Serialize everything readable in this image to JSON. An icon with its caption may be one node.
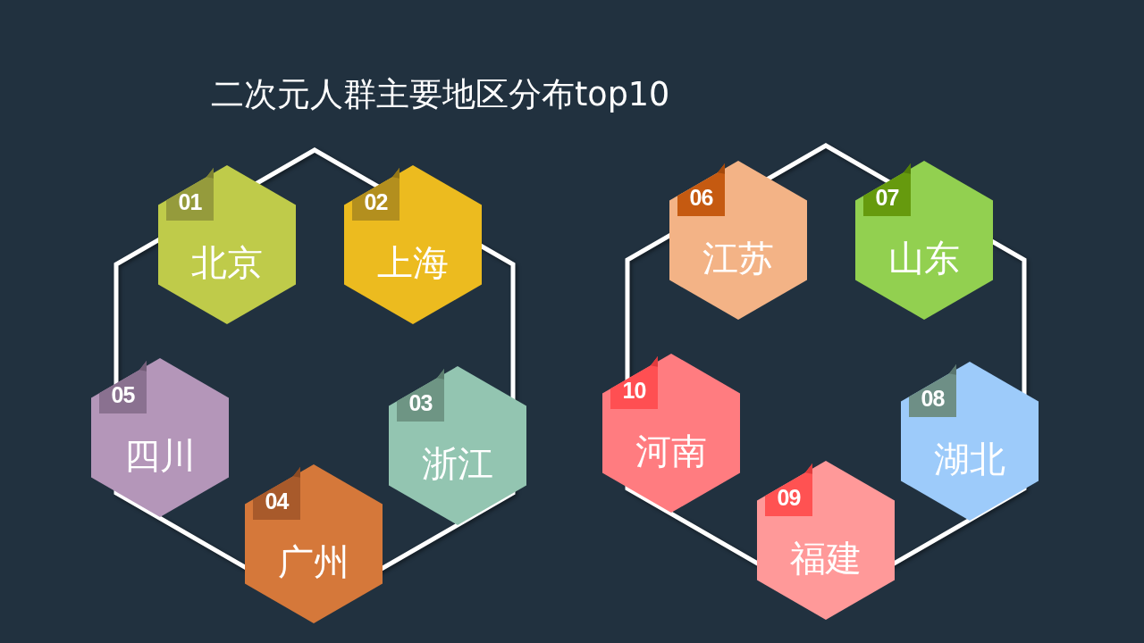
{
  "diagram": {
    "title": "二次元人群主要地区分布top10",
    "nodes": [
      {
        "text": [
          "北京"
        ]
      },
      {
        "text": [
          "01"
        ],
        "in": 0
      },
      {
        "text": [
          "上海"
        ]
      },
      {
        "text": [
          "02"
        ],
        "in": 2
      },
      {
        "text": [
          "浙江"
        ]
      },
      {
        "text": [
          "03"
        ],
        "in": 4
      },
      {
        "text": [
          "广州"
        ]
      },
      {
        "text": [
          "04"
        ],
        "in": 6
      },
      {
        "text": [
          "四川"
        ]
      },
      {
        "text": [
          "05"
        ],
        "in": 8
      },
      {
        "text": [
          "江苏"
        ]
      },
      {
        "text": [
          "06"
        ],
        "in": 10
      },
      {
        "text": [
          "山东"
        ]
      },
      {
        "text": [
          "07"
        ],
        "in": 12
      },
      {
        "text": [
          "湖北"
        ]
      },
      {
        "text": [
          "08"
        ],
        "in": 14
      },
      {
        "text": [
          "福建"
        ]
      },
      {
        "text": [
          "09"
        ],
        "in": 16
      },
      {
        "text": [
          "河南"
        ]
      },
      {
        "text": [
          "10"
        ],
        "in": 18
      }
    ]
  }
}
